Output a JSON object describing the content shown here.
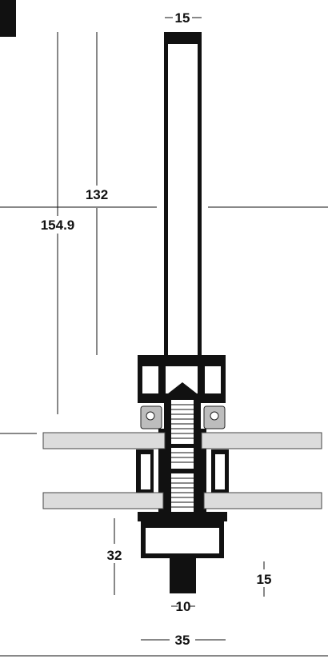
{
  "dimensions": {
    "top_width": "15",
    "vertical_long": "132",
    "vertical_total": "154.9",
    "bottom_depth": "32",
    "right_small": "15",
    "stem_width": "10",
    "overall_width": "35"
  },
  "colors": {
    "ink": "#111111",
    "glass": "#dcdcdc",
    "gasket": "#bdbdbd",
    "background": "#ffffff"
  }
}
